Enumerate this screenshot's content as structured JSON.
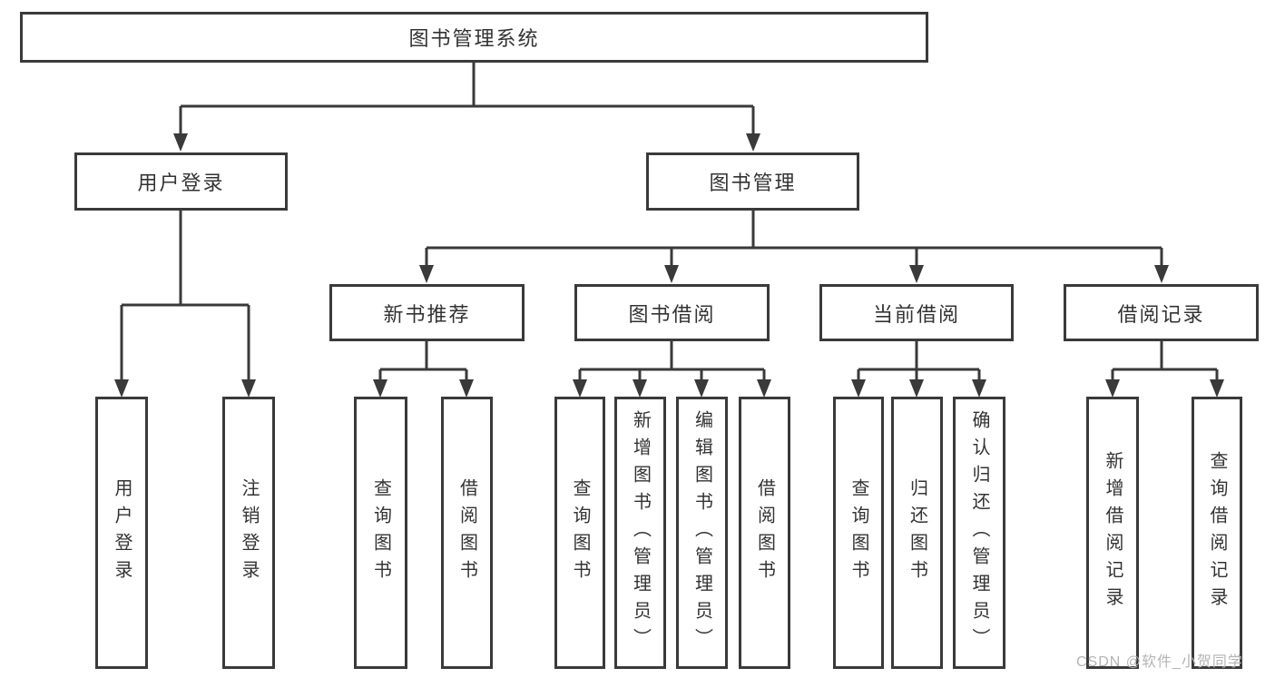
{
  "diagram": {
    "root": {
      "label": "图书管理系统"
    },
    "level2": [
      {
        "label": "用户登录"
      },
      {
        "label": "图书管理"
      }
    ],
    "level3": [
      {
        "label": "新书推荐"
      },
      {
        "label": "图书借阅"
      },
      {
        "label": "当前借阅"
      },
      {
        "label": "借阅记录"
      }
    ],
    "leaves": {
      "user_login": [
        "用户登录",
        "注销登录"
      ],
      "new_book": [
        "查询图书",
        "借阅图书"
      ],
      "book_borrow": [
        "查询图书",
        "新增图书（管理员）",
        "编辑图书（管理员）",
        "借阅图书"
      ],
      "current_borrow": [
        "查询图书",
        "归还图书",
        "确认归还（管理员）"
      ],
      "borrow_record": [
        "新增借阅记录",
        "查询借阅记录"
      ]
    },
    "watermark": "CSDN @软件_小贺同学",
    "colors": {
      "line": "#3a3a3a",
      "text": "#333333",
      "box_background": "#ffffff",
      "watermark": "#b4b4b4",
      "background": "#ffffff"
    }
  }
}
